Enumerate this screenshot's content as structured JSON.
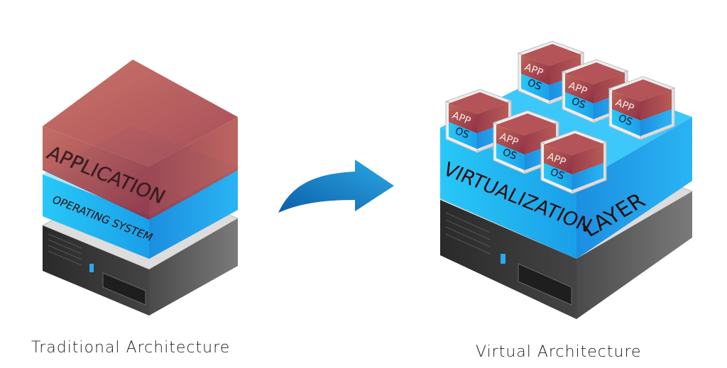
{
  "traditional": {
    "caption": "Traditional Architecture",
    "application_label": "APPLICATION",
    "os_label": "OPERATING SYSTEM"
  },
  "virtual": {
    "caption": "Virtual Architecture",
    "layer_label_left": "VIRTUALIZATION",
    "layer_label_right": "LAYER",
    "vm_app_label": "APP",
    "vm_os_label": "OS",
    "vm_count": 6
  },
  "colors": {
    "app_red": "#a3434a",
    "os_blue": "#1eb6f0",
    "server_gray": "#3a3a3a",
    "arrow_blue": "#1a8fd0"
  }
}
